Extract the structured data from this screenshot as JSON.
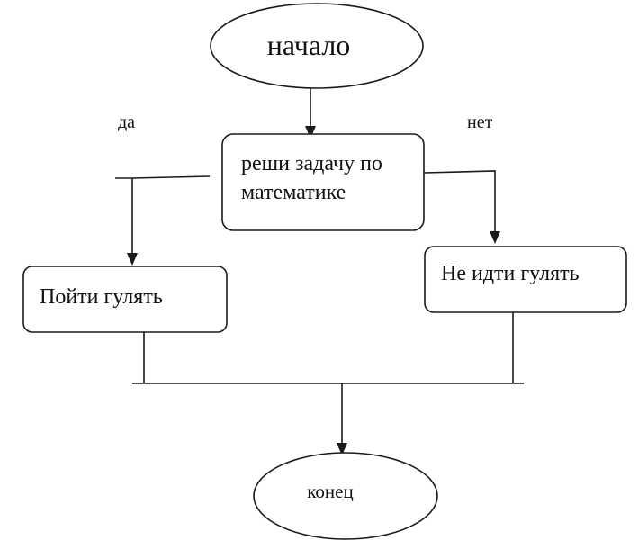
{
  "diagram": {
    "start": "начало",
    "decision_line1": "реши задачу по",
    "decision_line2": "математике",
    "yes_label": "да",
    "no_label": "нет",
    "yes_action": "Пойти гулять",
    "no_action": "Не идти гулять",
    "end": "конец"
  }
}
